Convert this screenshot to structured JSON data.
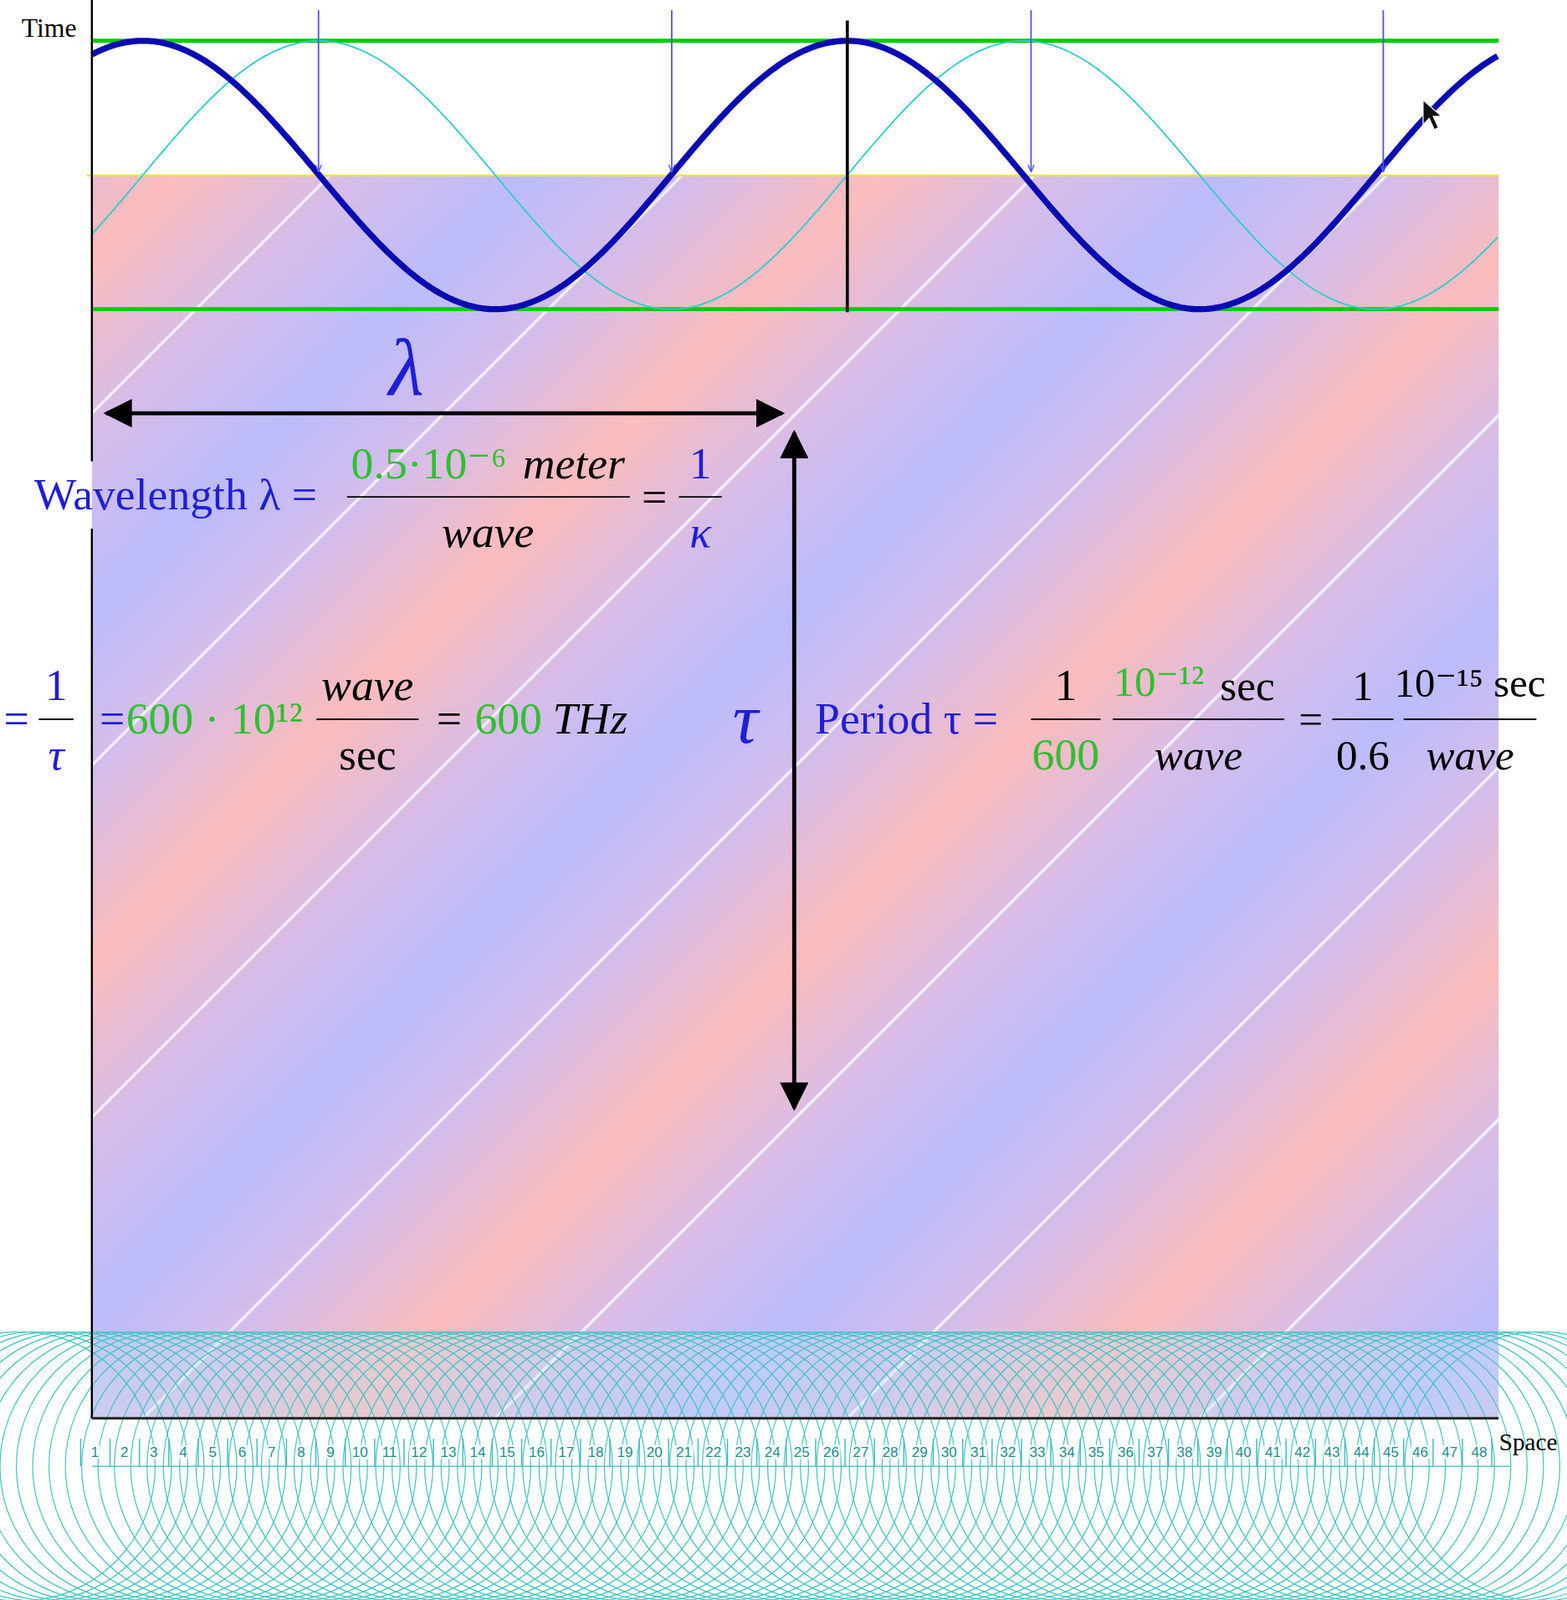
{
  "diagram": {
    "labels": [
      "Time",
      "λ",
      "Wavelength λ =",
      "0.5·10⁻⁶",
      "meter",
      "wave",
      "=",
      "1",
      "κ",
      "=",
      "1",
      "τ",
      "=",
      "600 · 10¹²",
      "wave",
      "sec",
      "=",
      "600",
      "THz",
      "τ",
      "Period τ =",
      "1",
      "600",
      "10⁻¹²",
      "sec",
      "wave",
      "=",
      "1",
      "0.6",
      "10⁻¹⁵ sec",
      "wave",
      "Space",
      "1",
      "2",
      "3",
      "4",
      "5",
      "6",
      "7",
      "8",
      "9",
      "10",
      "11",
      "12",
      "13",
      "14",
      "15",
      "16",
      "17",
      "18",
      "19",
      "20",
      "21",
      "22",
      "23",
      "24",
      "25",
      "26",
      "27",
      "28",
      "29",
      "30",
      "31",
      "32",
      "33",
      "34",
      "35",
      "36",
      "37",
      "38",
      "39",
      "40",
      "41",
      "42",
      "43",
      "44",
      "45",
      "46",
      "47",
      "48"
    ]
  }
}
